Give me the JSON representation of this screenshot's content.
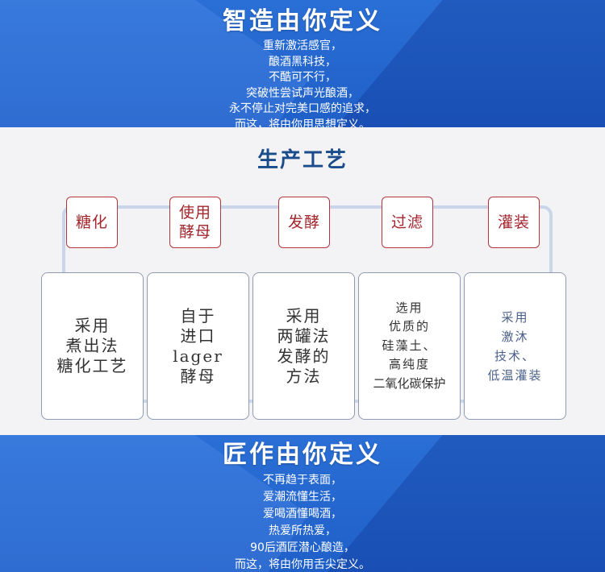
{
  "top_banner": {
    "title": "智造由你定义",
    "lines": [
      "重新激活感官，",
      "酿酒黑科技，",
      "不酷可不行，",
      "突破性尝试声光酿酒，",
      "永不停止对完美口感的追求，",
      "而这，将由你用思想定义。"
    ]
  },
  "process": {
    "title": "生产工艺",
    "steps": [
      {
        "lines": [
          "糖化"
        ]
      },
      {
        "lines": [
          "使用",
          "酵母"
        ]
      },
      {
        "lines": [
          "发酵"
        ]
      },
      {
        "lines": [
          "过滤"
        ]
      },
      {
        "lines": [
          "灌装"
        ]
      }
    ],
    "cards": [
      {
        "lines": [
          "采用",
          "煮出法",
          "糖化工艺"
        ]
      },
      {
        "lines": [
          "自于",
          "进口",
          "lager",
          "酵母"
        ]
      },
      {
        "lines": [
          "采用",
          "两罐法",
          "发酵的",
          "方法"
        ]
      },
      {
        "lines": [
          "选用",
          "优质的",
          "硅藻土、",
          "高纯度",
          "二氧化碳保护"
        ]
      },
      {
        "lines": [
          "采用",
          "激沐",
          "技术、",
          "低温灌装"
        ]
      }
    ]
  },
  "bottom_banner": {
    "title": "匠作由你定义",
    "lines": [
      "不再趋于表面，",
      "爱潮流懂生活，",
      "爱喝酒懂喝酒，",
      "热爱所热爱，",
      "90后酒匠潜心酿造，",
      "而这，将由你用舌尖定义。"
    ]
  },
  "colors": {
    "banner_blue": "#2266d0",
    "title_blue": "#1a4b8a",
    "step_red": "#a3262c"
  }
}
